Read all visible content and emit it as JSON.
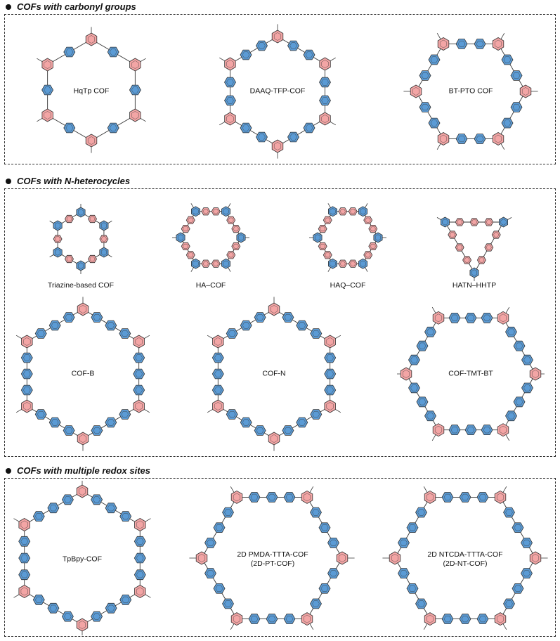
{
  "sections": [
    {
      "title": "COFs with carbonyl groups",
      "items": [
        {
          "label": "HqTp COF"
        },
        {
          "label": "DAAQ-TFP-COF"
        },
        {
          "label": "BT-PTO COF"
        }
      ]
    },
    {
      "title": "COFs with N-heterocycles",
      "items": [
        {
          "caption": "Triazine-based COF"
        },
        {
          "caption": "HA–COF"
        },
        {
          "caption": "HAQ–COF"
        },
        {
          "caption": "HATN–HHTP"
        },
        {
          "label": "COF-B"
        },
        {
          "label": "COF-N"
        },
        {
          "label": "COF-TMT-BT"
        }
      ]
    },
    {
      "title": "COFs with multiple redox sites",
      "items": [
        {
          "label": "TpBpy-COF"
        },
        {
          "label_line1": "2D PMDA-TTTA-COF",
          "label_line2": "(2D-PT-COF)"
        },
        {
          "label_line1": "2D NTCDA-TTTA-COF",
          "label_line2": "(2D-NT-COF)"
        }
      ]
    }
  ],
  "colors": {
    "pink": "#f3a5a5",
    "blue": "#5b9bd5",
    "bond": "#333333",
    "dash": "#333333"
  }
}
